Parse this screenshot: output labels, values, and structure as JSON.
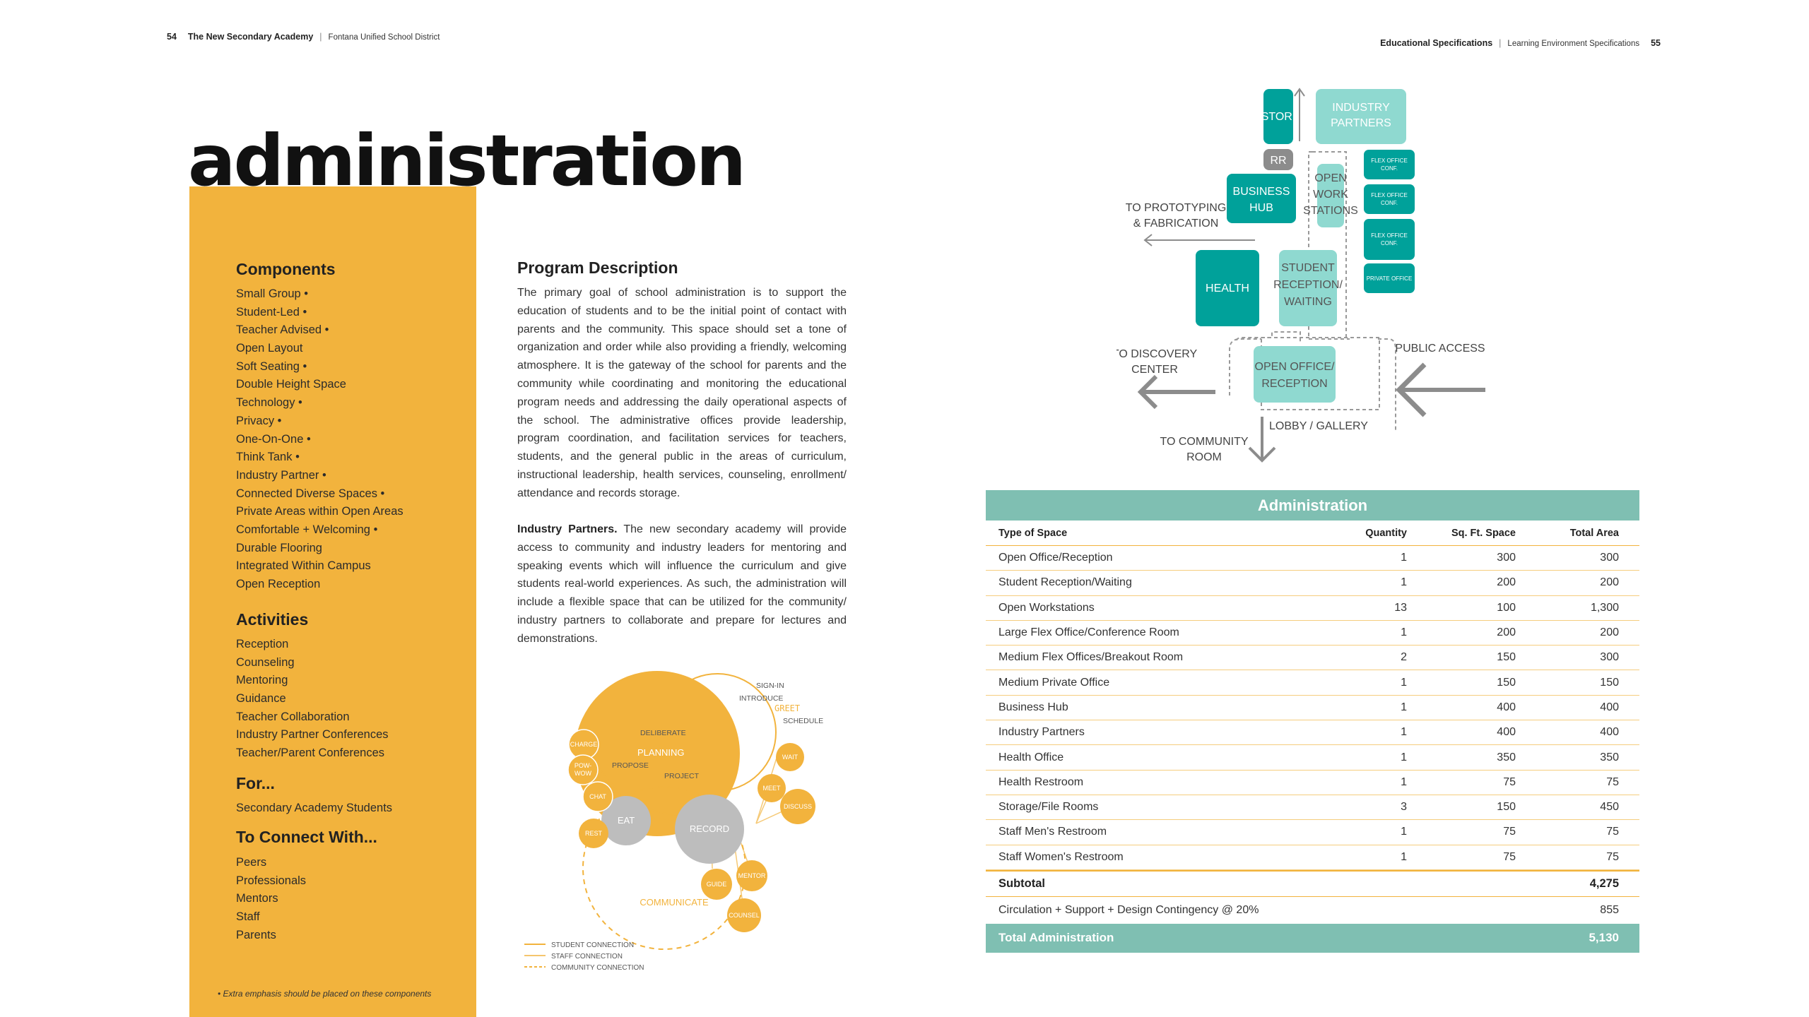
{
  "header_left": {
    "page": "54",
    "title": "The New Secondary Academy",
    "district": "Fontana Unified School District"
  },
  "header_right": {
    "section": "Educational Specifications",
    "subsection": "Learning Environment Specifications",
    "page": "55"
  },
  "page_title": "administration",
  "sidebar": {
    "components_heading": "Components",
    "components": [
      "Small Group •",
      "Student-Led •",
      "Teacher Advised •",
      "Open Layout",
      "Soft Seating •",
      "Double Height Space",
      "Technology •",
      "Privacy •",
      "One-On-One •",
      "Think Tank •",
      "Industry Partner •",
      "Connected Diverse Spaces •",
      "Private Areas within Open Areas",
      "Comfortable + Welcoming •",
      "Durable Flooring",
      "Integrated Within Campus",
      "Open Reception"
    ],
    "activities_heading": "Activities",
    "activities": [
      "Reception",
      "Counseling",
      "Mentoring",
      "Guidance",
      "Teacher Collaboration",
      "Industry Partner Conferences",
      "Teacher/Parent Conferences"
    ],
    "for_heading": "For...",
    "for_items": [
      "Secondary Academy Students"
    ],
    "connect_heading": "To Connect With...",
    "connect_items": [
      "Peers",
      "Professionals",
      "Mentors",
      "Staff",
      "Parents"
    ],
    "footnote": "• Extra emphasis should be placed on these components"
  },
  "program": {
    "title": "Program Description",
    "para1": "The primary goal of school administration is to support the education of students and to be the initial point of contact with parents and the community. This space should set a tone of organization and order while also providing a friendly, welcoming atmosphere. It is the gateway of the school for parents and the community while coordinating and monitoring the educational program needs and addressing the daily operational aspects of the school. The administrative offices provide leadership, program coordination, and facilitation services for teachers, students, and the general public in the areas of curriculum, instructional leadership, health services, counseling, enrollment/ attendance and records storage.",
    "para2_lead": "Industry Partners.",
    "para2": " The new secondary academy will provide access to community and industry leaders for mentoring and speaking events which will influence the curriculum and give students real-world experiences. As such, the administration will include a flexible space that can be utilized for the community/ industry partners to collaborate and prepare for lectures and demonstrations."
  },
  "bubble_diagram": {
    "words": {
      "sign_in": "SIGN-IN",
      "introduce": "INTRODUCE",
      "greet": "GREET",
      "schedule": "SCHEDULE",
      "deliberate": "DELIBERATE",
      "planning": "PLANNING",
      "propose": "PROPOSE",
      "project": "PROJECT",
      "charge": "CHARGE",
      "pow_1": "POW-",
      "pow_2": "WOW",
      "chat": "CHAT",
      "rest": "REST",
      "eat": "EAT",
      "record": "RECORD",
      "wait": "WAIT",
      "meet": "MEET",
      "discuss": "DISCUSS",
      "guide": "GUIDE",
      "mentor": "MENTOR",
      "counsel": "COUNSEL",
      "communicate": "COMMUNICATE"
    },
    "legend": [
      "STUDENT CONNECTION",
      "STAFF CONNECTION",
      "COMMUNITY CONNECTION"
    ],
    "colors": {
      "yellow": "#F2B33D",
      "gray": "#BDBDBD"
    }
  },
  "flow_diagram": {
    "stor": "STOR.",
    "industry_1": "INDUSTRY",
    "industry_2": "PARTNERS",
    "rr": "RR",
    "flex": [
      "FLEX OFFICE",
      "CONF."
    ],
    "private_office": "PRIVATE OFFICE",
    "business_1": "BUSINESS",
    "business_2": "HUB",
    "open_1": "OPEN",
    "open_2": "WORK",
    "open_3": "STATIONS",
    "proto_1": "TO PROTOTYPING",
    "proto_2": "& FABRICATION",
    "health": "HEALTH",
    "student_1": "STUDENT",
    "student_2": "RECEPTION/",
    "student_3": "WAITING",
    "discovery_1": "TO DISCOVERY",
    "discovery_2": "CENTER",
    "reception_1": "OPEN OFFICE/",
    "reception_2": "RECEPTION",
    "public": "PUBLIC ACCESS",
    "lobby": "LOBBY / GALLERY",
    "community_1": "TO COMMUNITY",
    "community_2": "ROOM",
    "colors": {
      "teal": "#00A19A",
      "light_teal": "#8FD9D0",
      "gray": "#8C8C8C"
    }
  },
  "table": {
    "title": "Administration",
    "headers": [
      "Type of Space",
      "Quantity",
      "Sq. Ft. Space",
      "Total Area"
    ],
    "rows": [
      [
        "Open Office/Reception",
        "1",
        "300",
        "300"
      ],
      [
        "Student Reception/Waiting",
        "1",
        "200",
        "200"
      ],
      [
        "Open Workstations",
        "13",
        "100",
        "1,300"
      ],
      [
        "Large Flex Office/Conference Room",
        "1",
        "200",
        "200"
      ],
      [
        "Medium Flex Offices/Breakout Room",
        "2",
        "150",
        "300"
      ],
      [
        "Medium Private Office",
        "1",
        "150",
        "150"
      ],
      [
        "Business Hub",
        "1",
        "400",
        "400"
      ],
      [
        "Industry Partners",
        "1",
        "400",
        "400"
      ],
      [
        "Health Office",
        "1",
        "350",
        "350"
      ],
      [
        "Health Restroom",
        "1",
        "75",
        "75"
      ],
      [
        "Storage/File Rooms",
        "3",
        "150",
        "450"
      ],
      [
        "Staff Men's Restroom",
        "1",
        "75",
        "75"
      ],
      [
        "Staff Women's Restroom",
        "1",
        "75",
        "75"
      ]
    ],
    "subtotal_label": "Subtotal",
    "subtotal_value": "4,275",
    "circulation_label": "Circulation + Support + Design Contingency @ 20%",
    "circulation_value": "855",
    "total_label": "Total Administration",
    "total_value": "5,130",
    "colors": {
      "header_bg": "#7FBFB2",
      "rule": "#F2B33D"
    }
  }
}
